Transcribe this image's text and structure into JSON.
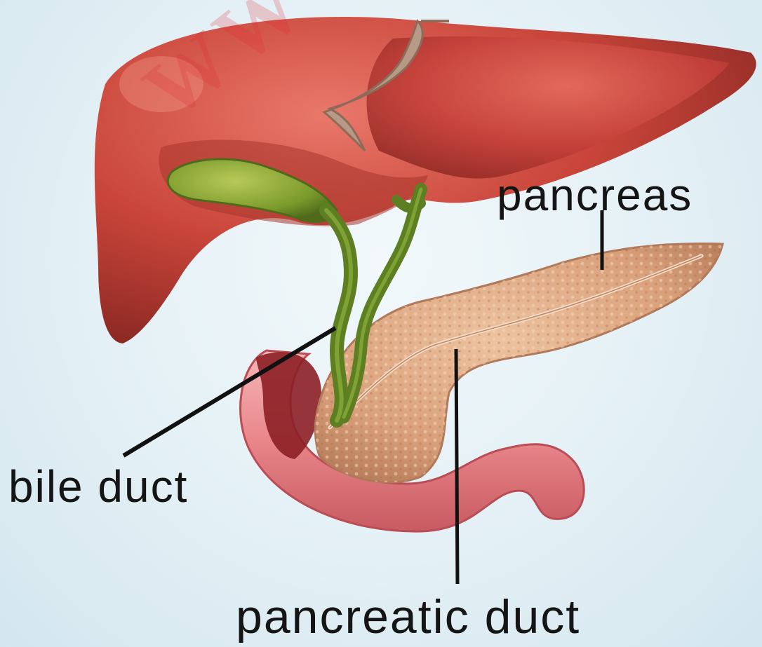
{
  "labels": {
    "pancreas": "pancreas",
    "bile_duct": "bile duct",
    "pancreatic_duct": "pancreatic duct"
  },
  "watermark": "WWW.CHEWEB*COM",
  "colors": {
    "liver": "#c9453a",
    "gallbladder": "#7a9a2c",
    "pancreas": "#d9a07a",
    "duodenum": "#e8868a",
    "background": "#e3f0f5"
  }
}
